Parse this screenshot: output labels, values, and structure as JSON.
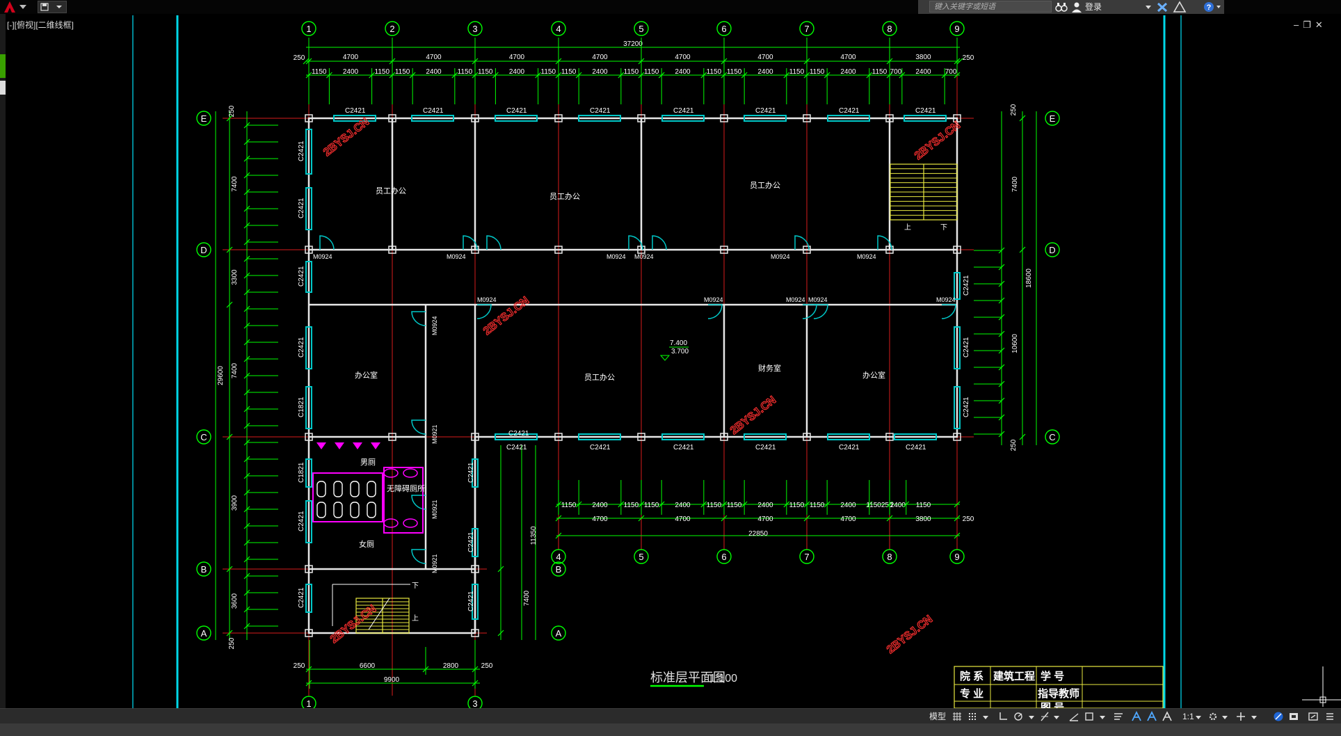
{
  "toolbar": {
    "search_placeholder": "键入关键字或短语",
    "login_label": "登录"
  },
  "viewport": {
    "label": "[-][俯视][二维线框]"
  },
  "drawing": {
    "axes_top": [
      "1",
      "2",
      "3",
      "4",
      "5",
      "6",
      "7",
      "8",
      "9"
    ],
    "axes_left": [
      "E",
      "D",
      "C",
      "B",
      "A"
    ],
    "dim_total_top": "37200",
    "dim_top_bays": [
      "4700",
      "4700",
      "4700",
      "4700",
      "4700",
      "4700",
      "4700",
      "3800"
    ],
    "dim_edge": "250",
    "dim_top_detail": [
      "1150",
      "2400",
      "1150",
      "1150",
      "2400",
      "1150",
      "1150",
      "2400",
      "1150",
      "1150",
      "2400",
      "1150",
      "1150",
      "2400",
      "1150",
      "1150",
      "2400",
      "1150",
      "1150",
      "2400",
      "1150",
      "700",
      "2400",
      "700"
    ],
    "dim_left_total": "29600",
    "dim_left_bays": [
      "7400",
      "3300",
      "7400",
      "3900",
      "3600"
    ],
    "dim_right_total": "18600",
    "dim_right_bays": [
      "7400",
      "10600"
    ],
    "dim_bottom_total": "22850",
    "dim_bottom_bays": [
      "4700",
      "4700",
      "4700",
      "4700",
      "3800"
    ],
    "dim_bottom_detail": [
      "1150",
      "2400",
      "1150",
      "1150",
      "2400",
      "1150",
      "1150",
      "2400",
      "1150",
      "1150",
      "2400",
      "1150250",
      "2400",
      "1150"
    ],
    "dim_wing_total": "9900",
    "dim_wing_bays": [
      "6600",
      "2800"
    ],
    "dim_wing_height": "11350",
    "rooms": [
      {
        "id": "r1",
        "label": "员工办公"
      },
      {
        "id": "r2",
        "label": "员工办公"
      },
      {
        "id": "r3",
        "label": "员工办公"
      },
      {
        "id": "r4",
        "label": "办公室"
      },
      {
        "id": "r5",
        "label": "员工办公"
      },
      {
        "id": "r6",
        "label": "财务室"
      },
      {
        "id": "r7",
        "label": "办公室"
      },
      {
        "id": "r8",
        "label": "男厕"
      },
      {
        "id": "r9",
        "label": "女厕"
      },
      {
        "id": "r10",
        "label": "无障碍厕所"
      }
    ],
    "window_tag": "C2421",
    "window_tag_wc": "C1821",
    "door_tag": "M0924",
    "door_tag_wc": "M0921",
    "stair_up": "上",
    "stair_down": "下",
    "elevation_top": "7.400",
    "elevation_bottom": "3.700",
    "watermark": "2BYSJ.CN",
    "drawing_title": "标准层平面图",
    "drawing_scale": "1:100"
  },
  "title_block": {
    "college_label": "院 系",
    "college_value": "建筑工程",
    "student_no_label": "学 号",
    "major_label": "专 业",
    "advisor_label": "指导教师",
    "row3_left": "...",
    "row3_right": "图 号"
  },
  "statusbar": {
    "model_label": "模型",
    "scale_label": "1:1"
  },
  "colors": {
    "dim_green": "#00ff00",
    "wall_white": "#e8e8e8",
    "axis_red": "#ff2020",
    "window_cyan": "#00c8c8",
    "fixtures_magenta": "#ff00ff",
    "stair_yellow": "#e8e840",
    "watermark_red": "#ff3030",
    "background": "#000000"
  }
}
